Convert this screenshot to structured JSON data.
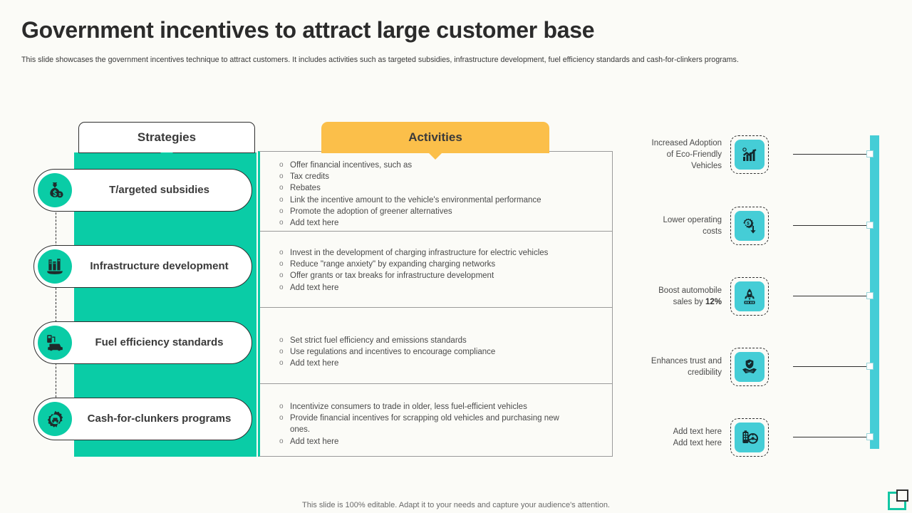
{
  "header": {
    "title": "Government incentives to attract large customer base",
    "subtitle": "This slide showcases the government incentives technique to attract customers. It includes activities such as targeted subsidies, infrastructure development, fuel efficiency standards and cash-for-clinkers programs."
  },
  "columns": {
    "strategies_label": "Strategies",
    "activities_label": "Activities"
  },
  "colors": {
    "teal": "#0ACCA6",
    "orange": "#FBBF4A",
    "cyan": "#45CDD6",
    "background": "#FBFBF7",
    "text": "#3A3A3A"
  },
  "strategies": [
    {
      "label": "T/argeted subsidies",
      "icon": "money-bag-icon"
    },
    {
      "label": "Infrastructure development",
      "icon": "building-icon"
    },
    {
      "label": "Fuel efficiency standards",
      "icon": "fuel-car-icon"
    },
    {
      "label": "Cash-for-clunkers programs",
      "icon": "gear-car-icon"
    }
  ],
  "activities": [
    {
      "items": [
        "Offer financial incentives,  such as",
        "Tax credits",
        "Rebates",
        "Link the incentive  amount to the vehicle's  environmental  performance",
        "Promote the adoption of greener  alternatives",
        "Add text here"
      ]
    },
    {
      "items": [
        "Invest in the development  of charging infrastructure  for electric vehicles",
        "Reduce \"range anxiety\" by expanding  charging  networks",
        "Offer  grants  or tax breaks  for infrastructure  development",
        "Add text here"
      ]
    },
    {
      "items": [
        "Set strict fuel  efficiency  and emissions standards",
        "Use regulations  and incentives  to encourage  compliance",
        "Add text here"
      ]
    },
    {
      "items": [
        "Incentivize  consumers to trade in older,  less fuel-efficient  vehicles",
        "Provide  financial incentives  for scrapping old vehicles  and purchasing new ones.",
        "Add text here"
      ]
    }
  ],
  "outcomes": [
    {
      "line1": "Increased  Adoption",
      "line2": "of Eco-Friendly",
      "line3": "Vehicles",
      "icon": "growth-chart-icon"
    },
    {
      "line1": "Lower  operating",
      "line2": "costs",
      "line3": "",
      "icon": "dollar-gear-down-icon"
    },
    {
      "line1": "Boost automobile",
      "line2": "sales  by ",
      "highlight": "12%",
      "line3": "",
      "icon": "rocket-icon"
    },
    {
      "line1": "Enhances trust and",
      "line2": "credibility",
      "line3": "",
      "icon": "handshake-shield-icon"
    },
    {
      "line1": "Add text here",
      "line2": "Add text here",
      "line3": "",
      "icon": "battery-steering-icon"
    }
  ],
  "footer": {
    "note": "This slide is 100% editable. Adapt it to your needs and capture your audience's attention."
  }
}
